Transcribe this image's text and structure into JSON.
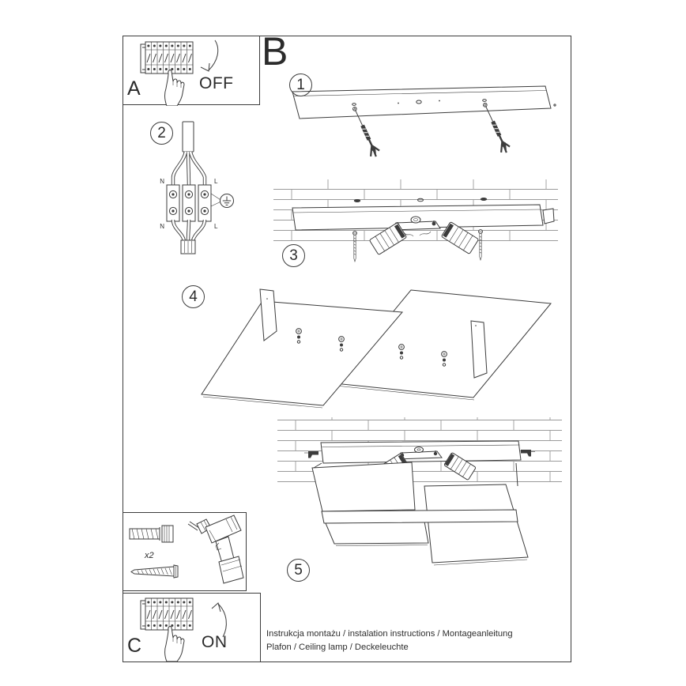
{
  "page": {
    "background": "#ffffff",
    "line_color": "#3c3c3c",
    "brick_line_color": "#9b9b9b"
  },
  "section_label": "B",
  "power_off_panel": {
    "label": "A",
    "state_label": "OFF",
    "icons": [
      "circuit-breaker-panel-icon",
      "hand-icon",
      "curved-arrow-down-icon"
    ]
  },
  "power_on_panel": {
    "label": "C",
    "state_label": "ON",
    "icons": [
      "circuit-breaker-panel-icon",
      "hand-icon",
      "curved-arrow-up-icon"
    ]
  },
  "steps": [
    {
      "number": "1",
      "illustration": "mounting-bar-with-expansion-anchors"
    },
    {
      "number": "2",
      "illustration": "terminal-block-wiring-diagram"
    },
    {
      "number": "3",
      "illustration": "bar-screwed-to-brick-ceiling"
    },
    {
      "number": "4",
      "illustration": "two-shade-panels-with-screws"
    },
    {
      "number": "5",
      "illustration": "shades-mounted-on-ceiling"
    }
  ],
  "wiring": {
    "terminal_top_left": "N",
    "terminal_top_right": "L",
    "terminal_bottom_left": "N",
    "terminal_bottom_right": "L",
    "ground_icon": "earth-ground-icon"
  },
  "tools": {
    "anchor_quantity": "x2",
    "icons": [
      "wall-plug-anchor-icon",
      "screw-icon",
      "cordless-drill-icon"
    ]
  },
  "footer": {
    "line1": "Instrukcja montażu / instalation instructions / Montageanleitung",
    "line2": "Plafon / Ceiling lamp / Deckeleuchte"
  }
}
